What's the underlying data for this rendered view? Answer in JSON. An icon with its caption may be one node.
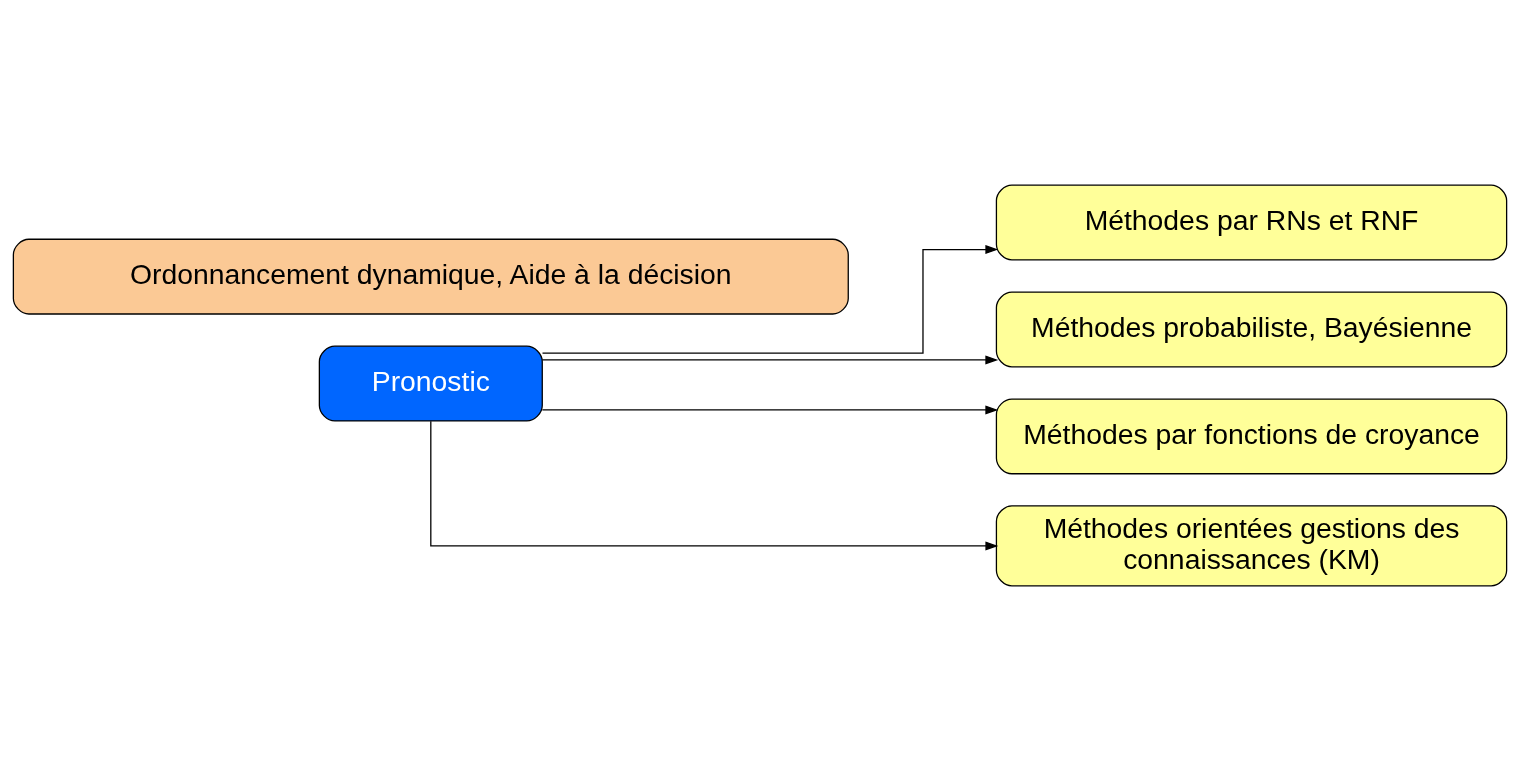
{
  "diagram": {
    "nodes": [
      {
        "text": [
          "Pronostic"
        ]
      },
      {
        "text": [
          "Méthodes par RNs et RNF"
        ]
      },
      {
        "text": [
          "Méthodes probabiliste, Bayésienne"
        ]
      },
      {
        "text": [
          "Méthodes par fonctions de croyance"
        ]
      },
      {
        "text": [
          "Méthodes orientées gestions des connaissances (KM)"
        ]
      },
      {
        "text": [
          "Ordonnancement dynamique, Aide à la décision"
        ]
      }
    ],
    "edges": [
      {
        "from": 0,
        "to": 1,
        "arrow": "to"
      },
      {
        "from": 0,
        "to": 2,
        "arrow": "to"
      },
      {
        "from": 0,
        "to": 3,
        "arrow": "to"
      },
      {
        "from": 0,
        "to": 4,
        "arrow": "to"
      }
    ]
  }
}
